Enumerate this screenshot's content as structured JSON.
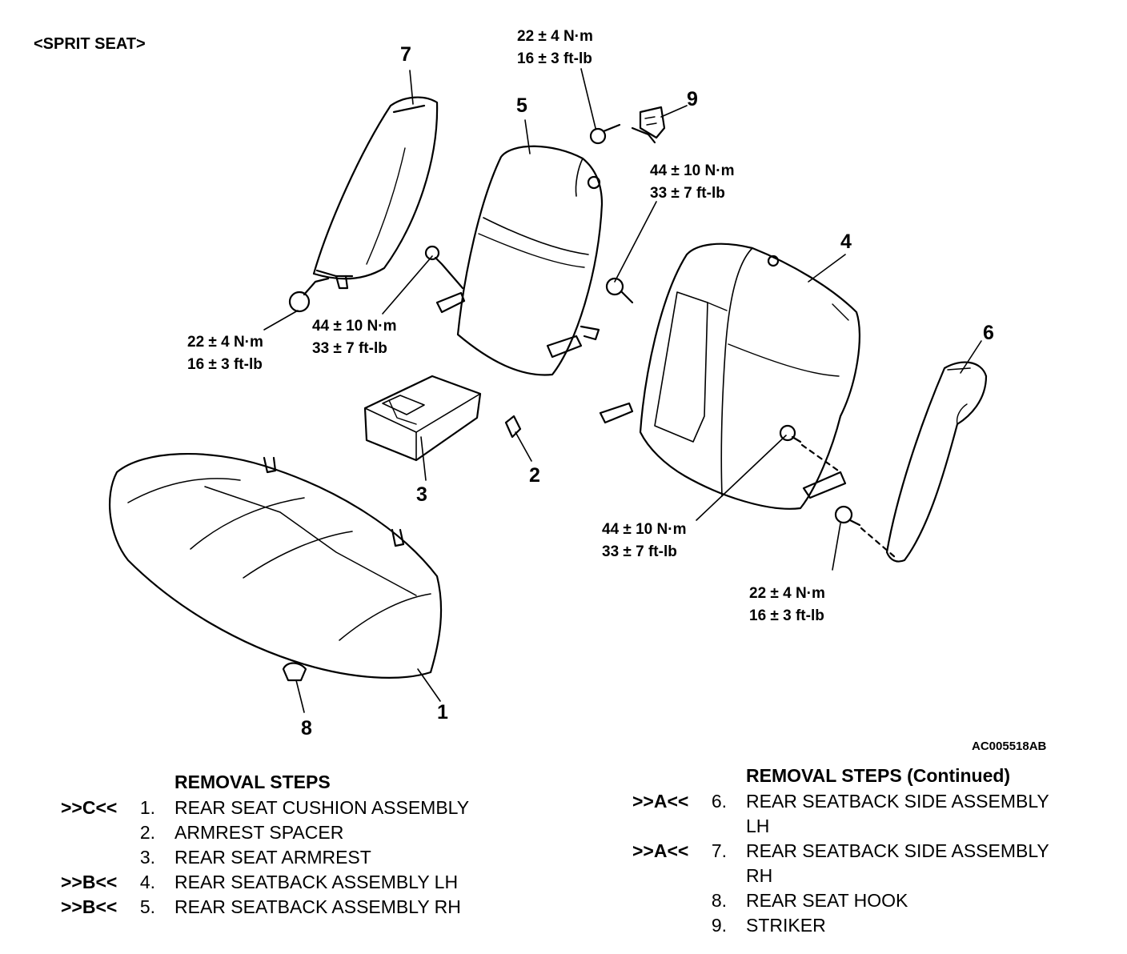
{
  "title": "<SPRIT SEAT>",
  "figure_code": "AC005518AB",
  "callouts": [
    "1",
    "2",
    "3",
    "4",
    "5",
    "6",
    "7",
    "8",
    "9"
  ],
  "torques": {
    "t_striker": [
      "22 ± 4 N·m",
      "16 ± 3 ft-lb"
    ],
    "t_top_right": [
      "44 ± 10 N·m",
      "33 ± 7 ft-lb"
    ],
    "t_left_mid": [
      "44 ± 10 N·m",
      "33 ± 7 ft-lb"
    ],
    "t_left_low": [
      "22 ± 4 N·m",
      "16 ± 3 ft-lb"
    ],
    "t_center_low": [
      "44 ± 10 N·m",
      "33 ± 7 ft-lb"
    ],
    "t_right_low": [
      "22 ± 4 N·m",
      "16 ± 3 ft-lb"
    ]
  },
  "removal_steps": {
    "heading": "REMOVAL STEPS",
    "items": [
      {
        "mark": ">>C<<",
        "num": "1.",
        "text": "REAR SEAT CUSHION ASSEMBLY"
      },
      {
        "mark": "",
        "num": "2.",
        "text": "ARMREST SPACER"
      },
      {
        "mark": "",
        "num": "3.",
        "text": "REAR SEAT ARMREST"
      },
      {
        "mark": ">>B<<",
        "num": "4.",
        "text": "REAR SEATBACK ASSEMBLY LH"
      },
      {
        "mark": ">>B<<",
        "num": "5.",
        "text": "REAR SEATBACK ASSEMBLY RH"
      }
    ]
  },
  "removal_steps_continued": {
    "heading": "REMOVAL STEPS (Continued)",
    "items": [
      {
        "mark": ">>A<<",
        "num": "6.",
        "text": "REAR SEATBACK SIDE ASSEMBLY",
        "text2": "LH"
      },
      {
        "mark": ">>A<<",
        "num": "7.",
        "text": "REAR SEATBACK SIDE ASSEMBLY",
        "text2": "RH"
      },
      {
        "mark": "",
        "num": "8.",
        "text": "REAR SEAT HOOK"
      },
      {
        "mark": "",
        "num": "9.",
        "text": "STRIKER"
      }
    ]
  }
}
